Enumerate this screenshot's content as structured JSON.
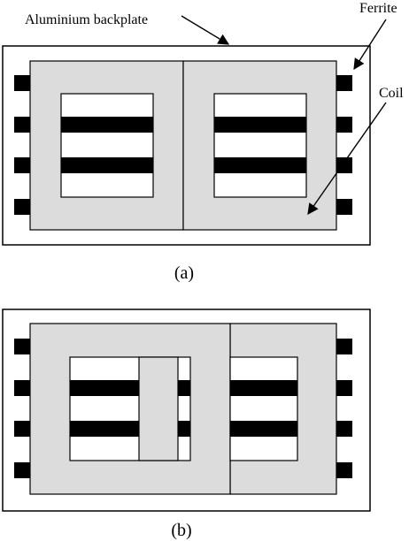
{
  "labels": {
    "backplate": "Aluminium backplate",
    "ferrite": "Ferrite",
    "coil": "Coil",
    "caption_a": "(a)",
    "caption_b": "(b)"
  },
  "colors": {
    "ferrite_fill": "#dcdcdc",
    "coil_fill": "#000000",
    "backplate_fill": "#ffffff",
    "stroke": "#000000"
  }
}
